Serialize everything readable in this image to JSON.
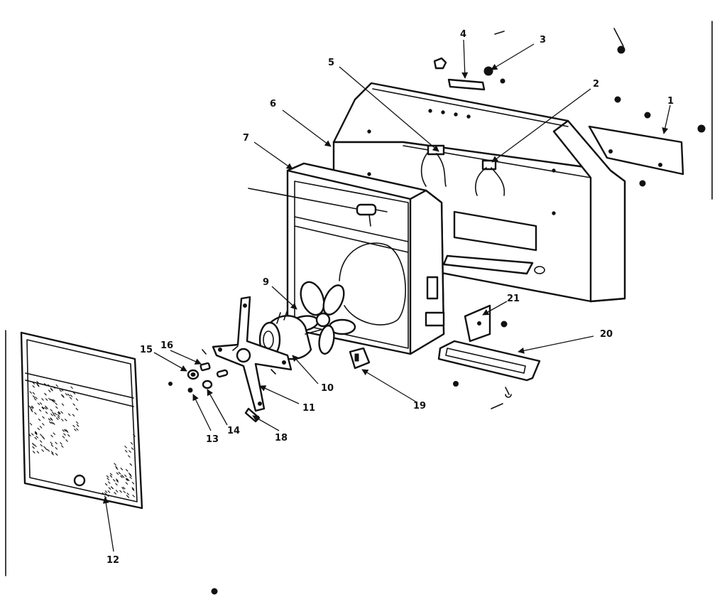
{
  "colors": {
    "ink": "#111111",
    "paper": "#ffffff"
  },
  "callouts": [
    {
      "id": "1",
      "label": "1"
    },
    {
      "id": "2",
      "label": "2"
    },
    {
      "id": "3",
      "label": "3"
    },
    {
      "id": "4",
      "label": "4"
    },
    {
      "id": "5",
      "label": "5"
    },
    {
      "id": "6",
      "label": "6"
    },
    {
      "id": "7",
      "label": "7"
    },
    {
      "id": "9",
      "label": "9"
    },
    {
      "id": "10",
      "label": "10"
    },
    {
      "id": "11",
      "label": "11"
    },
    {
      "id": "12",
      "label": "12"
    },
    {
      "id": "13",
      "label": "13"
    },
    {
      "id": "14",
      "label": "14"
    },
    {
      "id": "15",
      "label": "15"
    },
    {
      "id": "16",
      "label": "16"
    },
    {
      "id": "18",
      "label": "18"
    },
    {
      "id": "19",
      "label": "19"
    },
    {
      "id": "20",
      "label": "20"
    },
    {
      "id": "21",
      "label": "21"
    }
  ]
}
